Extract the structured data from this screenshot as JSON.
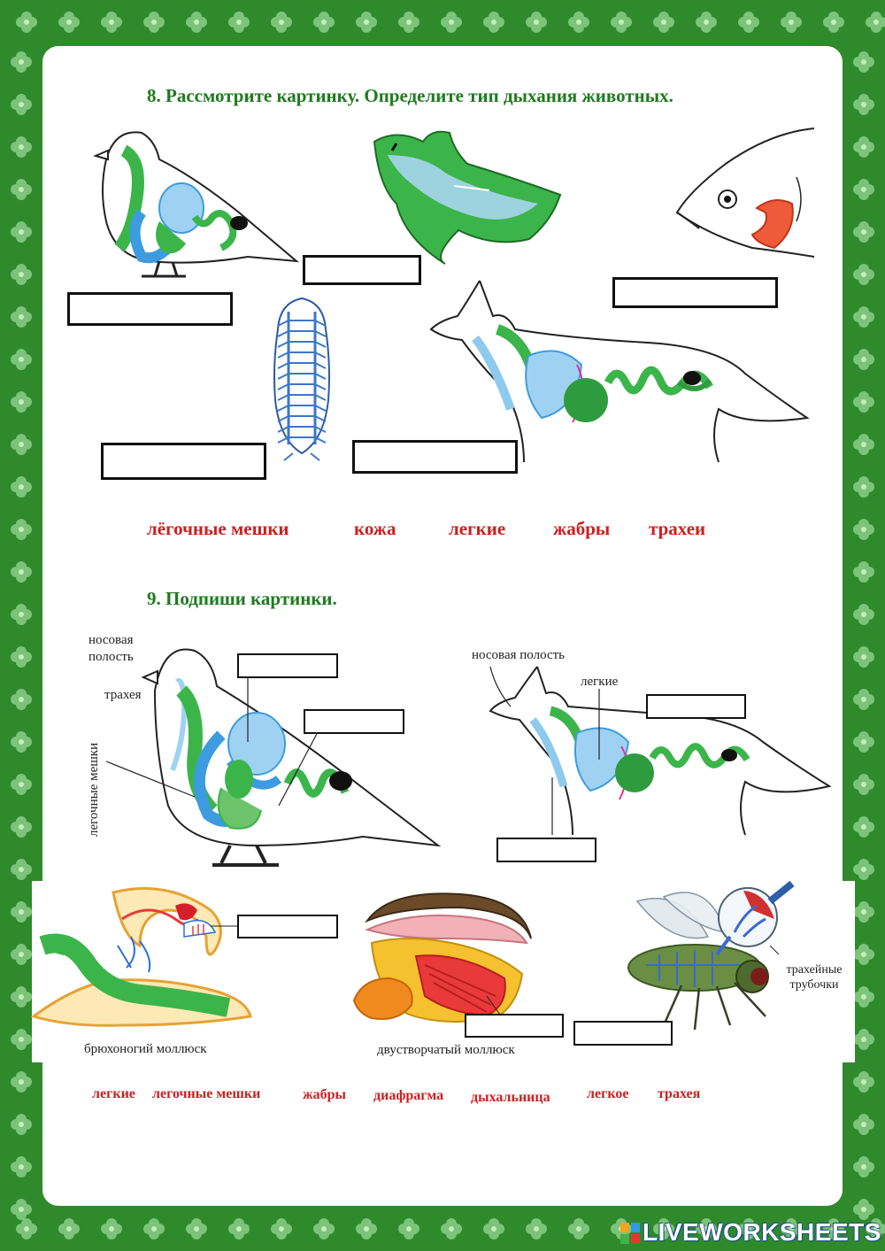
{
  "section8": {
    "title": "8. Рассмотрите картинку. Определите тип дыхания животных.",
    "words": [
      "лёгочные мешки",
      "кожа",
      "легкие",
      "жабры",
      "трахеи"
    ]
  },
  "section9": {
    "title": "9. Подпиши картинки.",
    "bird_labels": {
      "nasal": "носовая полость",
      "trachea": "трахея",
      "air_sacs": "легочные мешки"
    },
    "dog_labels": {
      "nasal": "носовая полость",
      "lungs": "легкие"
    },
    "captions": {
      "gastropod": "брюхоногий моллюск",
      "bivalve": "двустворчатый моллюск",
      "fly": "трахейные трубочки"
    },
    "words": [
      "легкие",
      "легочные мешки",
      "жабры",
      "диафрагма",
      "дыхальница",
      "легкое",
      "трахея"
    ]
  },
  "watermark": "LIVEWORKSHEETS",
  "colors": {
    "border": "#2f8a2c",
    "title": "#1f7a1f",
    "words": "#cc1f1f",
    "organ_green": "#3bb54a",
    "organ_blue": "#3d9be0"
  }
}
